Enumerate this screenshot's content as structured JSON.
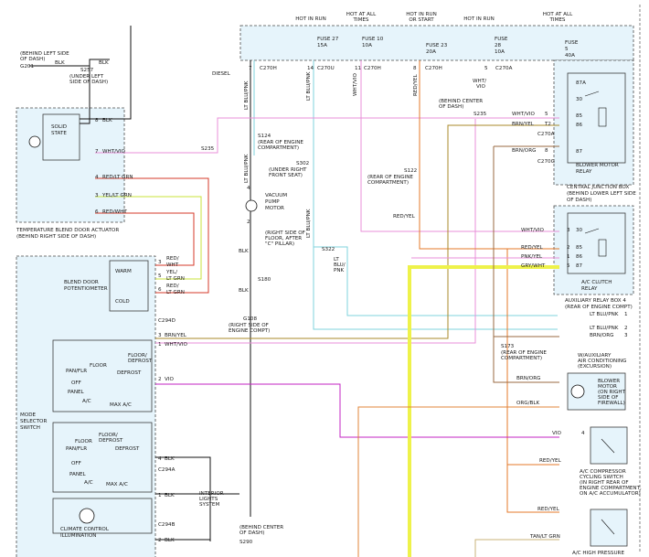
{
  "colors": {
    "black": "#111111",
    "lt_blu_pnk": "#7fd3dc",
    "wht_vio": "#e98fd8",
    "red_yel": "#e4782a",
    "brn_yel": "#a88a2a",
    "yel_lt_grn": "#c8e33a",
    "red_wht": "#d63a2a",
    "vio": "#c323c3",
    "gry_wht": "#eef24a",
    "orn_blk": "#e0843a",
    "brn_org": "#9a6a40",
    "tan_lt_grn": "#c9b37a"
  },
  "fuses": [
    {
      "hdr": "HOT IN RUN",
      "name": "FUSE 27",
      "rating": "15A"
    },
    {
      "hdr": "HOT AT ALL TIMES",
      "hdr1": "HOT AT ALL",
      "hdr2": "TIMES",
      "name": "FUSE 10",
      "rating": "10A"
    },
    {
      "hdr1": "HOT IN RUN",
      "hdr2": "OR START",
      "name": "FUSE 23",
      "rating": "20A"
    },
    {
      "hdr": "HOT IN RUN",
      "name": "FUSE",
      "name2": "28",
      "rating": "10A"
    },
    {
      "hdr1": "HOT AT ALL",
      "hdr2": "TIMES",
      "name": "FUSE",
      "name2": "5",
      "rating": "40A"
    }
  ],
  "pins_top": [
    "7",
    "14",
    "11",
    "8",
    "5"
  ],
  "conn_top": [
    "C270H",
    "C270U",
    "C270H",
    "C270H",
    "C270A"
  ],
  "wires_top": [
    "LT BLU/PNK",
    "LT BLU/PNK",
    "WHT/VIO",
    "RED/YEL"
  ],
  "wht_vio_label": [
    "WHT/",
    "VIO"
  ],
  "diesel": "DIESEL",
  "behind_center": [
    "(BEHIND CENTER",
    "OF DASH)"
  ],
  "s235_right": "S235",
  "ground_g201": {
    "label": "G201",
    "wire": "BLK",
    "note": [
      "(BEHIND LEFT SIDE",
      "OF DASH)"
    ],
    "splice": "S257",
    "splice_note": [
      "(UNDER LEFT",
      "SIDE OF DASH)"
    ],
    "wire2": "BLK"
  },
  "temp_actuator": {
    "title": [
      "TEMPERATURE BLEND DOOR ACTUATOR",
      "(BEHIND RIGHT SIDE OF DASH)"
    ],
    "state": [
      "SOLID",
      "STATE"
    ],
    "pins": [
      {
        "num": "8",
        "wire": "BLK"
      },
      {
        "num": "7",
        "wire": "WHT/VIO"
      },
      {
        "num": "4",
        "wire": "RED/LT GRN"
      },
      {
        "num": "3",
        "wire": "YEL/LT GRN"
      },
      {
        "num": "6",
        "wire": "RED/WHT"
      }
    ],
    "s235": "S235"
  },
  "s124": {
    "name": "S124",
    "note": [
      "(REAR OF ENGINE",
      "COMPARTMENT)"
    ]
  },
  "s302": {
    "name": "S302",
    "note": [
      "(UNDER RIGHT",
      "FRONT SEAT)"
    ]
  },
  "s122": {
    "name": "S122",
    "note": [
      "(REAR OF ENGINE",
      "COMPARTMENT)"
    ]
  },
  "s322": {
    "name": "S322",
    "note": [
      "(RIGHT SIDE OF",
      "FLOOR, AFTER",
      "\"C\" PILLAR)"
    ]
  },
  "s180": "S180",
  "vacuum_pump": {
    "label": [
      "VACUUM",
      "PUMP",
      "MOTOR"
    ],
    "pins": [
      "4",
      "2"
    ],
    "wire_blk": "BLK",
    "wire_blk2": "BLK",
    "wire_ltblu": "LT BLU/PNK"
  },
  "g108": {
    "name": "G108",
    "note": [
      "(RIGHT SIDE OF",
      "ENGINE COMPT)"
    ]
  },
  "lt_blu_pnk_split": [
    "LT",
    "BLU/",
    "PNK"
  ],
  "lt_blu_pnk_vert2": "LT BLU/PNK",
  "red_yel_mid": "RED/YEL",
  "junction_box": {
    "title": [
      "CENTRAL JUNCTION BOX",
      "(BEHIND LOWER LEFT SIDE",
      "OF DASH)"
    ],
    "relay_label": [
      "BLOWER MOTOR",
      "RELAY"
    ],
    "pins": [
      "87A",
      "30",
      "85",
      "86",
      "87"
    ],
    "wires": [
      {
        "wire": "WHT/VIO",
        "pin": "5"
      },
      {
        "wire": "BRN/YEL",
        "pin": "T2"
      },
      {
        "wire": "BRN/ORG",
        "pin": "8"
      }
    ],
    "conns": [
      "C270A",
      "C270G"
    ]
  },
  "aux_relay_box": {
    "title": [
      "AUXILIARY RELAY BOX 4",
      "(REAR OF ENGINE COMPT)"
    ],
    "relay_label": [
      "A/C CLUTCH",
      "RELAY"
    ],
    "pins": [
      "30",
      "85",
      "86",
      "87"
    ],
    "pin_nums": [
      "3",
      "2",
      "1",
      "5"
    ],
    "wires": [
      "WHT/VIO",
      "RED/YEL",
      "PNK/YEL",
      "GRY/WHT"
    ]
  },
  "right_wires": [
    {
      "wire": "LT BLU/PNK",
      "num": "1"
    },
    {
      "wire": "LT BLU/PNK",
      "num": "2"
    },
    {
      "wire": "BRN/ORG",
      "num": "3"
    }
  ],
  "s173": {
    "name": "S173",
    "note": [
      "(REAR OF ENGINE",
      "COMPARTMENT)"
    ]
  },
  "aux_ac_note": [
    "W/AUXILIARY",
    "AIR CONDITIONING",
    "(EXCURSION)"
  ],
  "blower_motor": {
    "label": [
      "BLOWER",
      "MOTOR",
      "(ON RIGHT",
      "SIDE OF",
      "FIREWALL)"
    ],
    "wires": [
      "BRN/ORG",
      "ORG/BLK"
    ]
  },
  "cycling_switch": {
    "label": [
      "A/C COMPRESSOR",
      "CYCLING SWITCH",
      "(IN RIGHT REAR OF",
      "ENGINE COMPARTMENT,",
      "ON A/C ACCUMULATOR)"
    ],
    "wires": [
      "VIO",
      "RED/YEL"
    ],
    "pin": "4"
  },
  "high_pressure": {
    "label": "A/C HIGH PRESSURE",
    "wires": [
      "RED/YEL",
      "TAN/LT GRN"
    ]
  },
  "control": {
    "blend_door": [
      "BLEND DOOR",
      "POTENTIOMETER"
    ],
    "warm": "WARM",
    "cold": "COLD",
    "pins_left": [
      {
        "num": "3",
        "wire": "RED/",
        "wire2": "WHT"
      },
      {
        "num": "5",
        "wire": "YEL/",
        "wire2": "LT GRN"
      },
      {
        "num": "6",
        "wire": "RED/",
        "wire2": "LT GRN"
      }
    ],
    "c294d": "C294D",
    "row_pins": [
      {
        "num": "3",
        "wire": "BRN/YEL"
      },
      {
        "num": "1",
        "wire": "WHT/VIO"
      },
      {
        "num": "2",
        "wire": "VIO"
      }
    ],
    "mode_switch": [
      "MODE",
      "SELECTOR",
      "SWITCH"
    ],
    "positions_a": [
      "FLOOR/",
      "DEFROST",
      "FLOOR",
      "PAN/FLR",
      "DEFROST",
      "OFF",
      "PANEL",
      "A/C",
      "MAX A/C"
    ],
    "positions_b": [
      "FLOOR/",
      "DEFROST",
      "FLOOR",
      "PAN/FLR",
      "DEFROST",
      "OFF",
      "PANEL",
      "A/C",
      "MAX A/C"
    ],
    "pin4": {
      "num": "4",
      "wire": "BLK"
    },
    "c294a": "C294A",
    "pin1": {
      "num": "1",
      "wire": "BLK"
    },
    "interior": [
      "INTERIOR",
      "LIGHTS",
      "SYSTEM"
    ],
    "illumination": [
      "CLIMATE CONTROL",
      "ILLUMINATION"
    ],
    "c294b": "C294B",
    "pin2": {
      "num": "2",
      "wire": "BLK"
    },
    "behind_center2": [
      "(BEHIND CENTER",
      "OF DASH)"
    ],
    "s290": "S290"
  }
}
